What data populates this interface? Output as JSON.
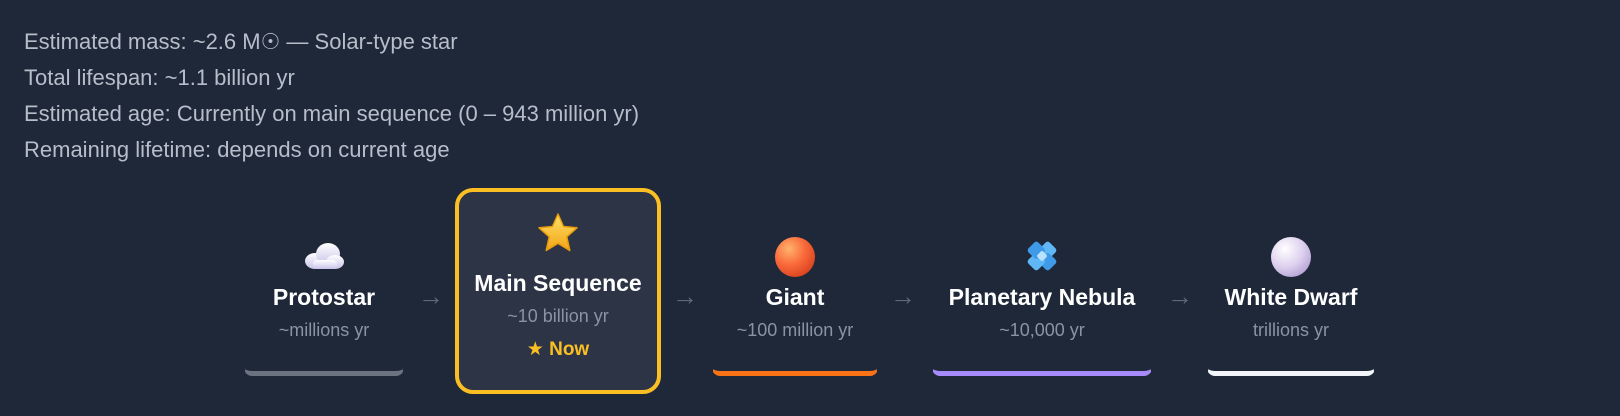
{
  "info": {
    "mass": "Estimated mass: ~2.6 M☉ — Solar-type star",
    "lifespan": "Total lifespan: ~1.1 billion yr",
    "age": "Estimated age: Currently on main sequence (0 – 943 million yr)",
    "remaining": "Remaining lifetime: depends on current age"
  },
  "stages": [
    {
      "name": "Protostar",
      "duration": "~millions yr",
      "icon": "cloud-icon",
      "accent": "#6b7280"
    },
    {
      "name": "Main Sequence",
      "duration": "~10 billion yr",
      "icon": "star-icon",
      "accent": "#fbbf24",
      "current_label": "★ Now"
    },
    {
      "name": "Giant",
      "duration": "~100 million yr",
      "icon": "orange-sphere-icon",
      "accent": "#f97316"
    },
    {
      "name": "Planetary Nebula",
      "duration": "~10,000 yr",
      "icon": "nebula-icon",
      "accent": "#a78bfa"
    },
    {
      "name": "White Dwarf",
      "duration": "trillions yr",
      "icon": "white-sphere-icon",
      "accent": "#f1f5f9"
    }
  ],
  "arrow": "→",
  "colors": {
    "background": "#1f2839",
    "current_border": "#fbbf24",
    "text_muted": "#8a93a3"
  }
}
